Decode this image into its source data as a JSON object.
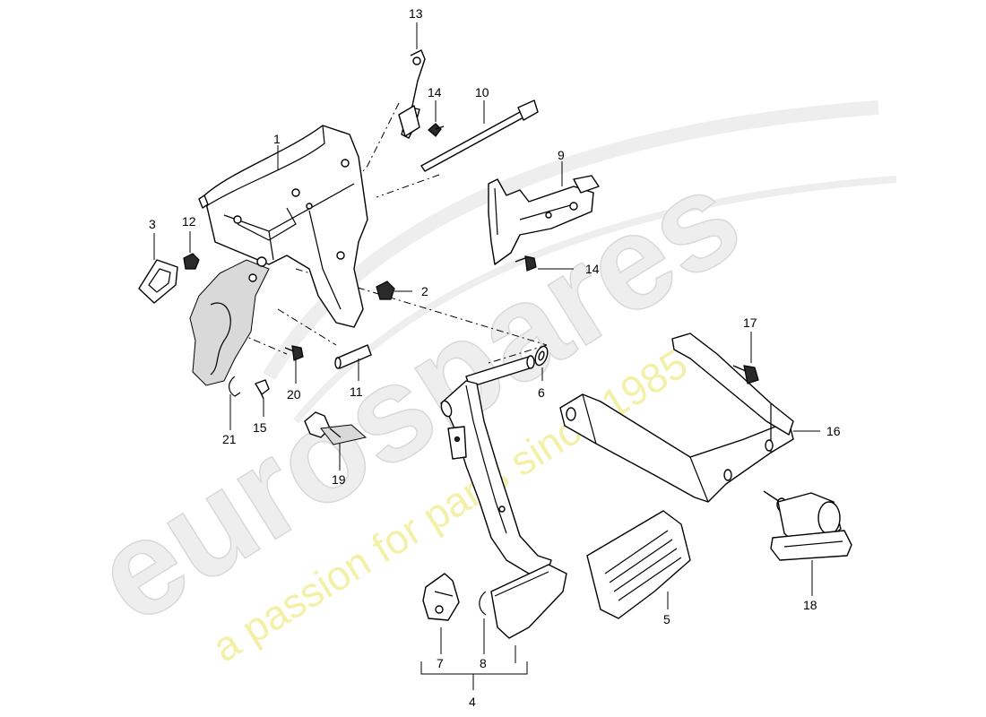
{
  "watermark": {
    "brand": "eurospares",
    "tagline": "a passion for parts since 1985"
  },
  "callouts": {
    "c1": "1",
    "c2": "2",
    "c3": "3",
    "c4": "4",
    "c5": "5",
    "c6": "6",
    "c7": "7",
    "c8": "8",
    "c9": "9",
    "c10": "10",
    "c11": "11",
    "c12": "12",
    "c13": "13",
    "c14a": "14",
    "c14b": "14",
    "c15": "15",
    "c16": "16",
    "c17": "17",
    "c18": "18",
    "c19": "19",
    "c20": "20",
    "c21": "21"
  }
}
